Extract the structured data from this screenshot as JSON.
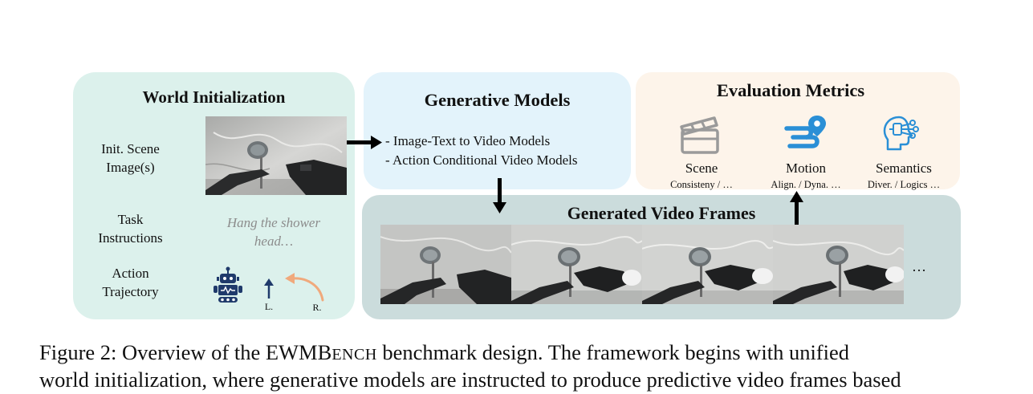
{
  "world": {
    "title": "World Initialization",
    "scene_label_1": "Init. Scene",
    "scene_label_2": "Image(s)",
    "task_label_1": "Task",
    "task_label_2": "Instructions",
    "task_text_1": "Hang the shower",
    "task_text_2": "head…",
    "action_label_1": "Action",
    "action_label_2": "Trajectory",
    "left_arm_label": "L.",
    "right_arm_label": "R."
  },
  "generative": {
    "title": "Generative Models",
    "items": [
      "- Image-Text to Video Models",
      "- Action Conditional Video Models"
    ]
  },
  "evaluation": {
    "title": "Evaluation Metrics",
    "metrics": [
      {
        "name": "Scene",
        "sub": "Consisteny / …",
        "icon": "clapperboard-icon"
      },
      {
        "name": "Motion",
        "sub": "Align. / Dyna. …",
        "icon": "route-pin-icon"
      },
      {
        "name": "Semantics",
        "sub": "Diver. / Logics …",
        "icon": "brain-head-icon"
      }
    ]
  },
  "frames": {
    "title": "Generated Video Frames",
    "ellipsis": "…"
  },
  "caption": {
    "line1_a": "Figure 2: Overview of the EWMB",
    "line1_sc": "ENCH",
    "line1_b": " benchmark design. The framework begins with unified",
    "line2": "world initialization, where generative models are instructed to produce predictive video frames based"
  },
  "colors": {
    "world_bg": "#dcf1ec",
    "gen_bg": "#e3f3fb",
    "eval_bg": "#fdf4ea",
    "frames_bg": "#cbdcdc",
    "icon_blue": "#2a8fd6",
    "robot_navy": "#1f3a6b",
    "arrow_orange": "#f0a97c"
  }
}
